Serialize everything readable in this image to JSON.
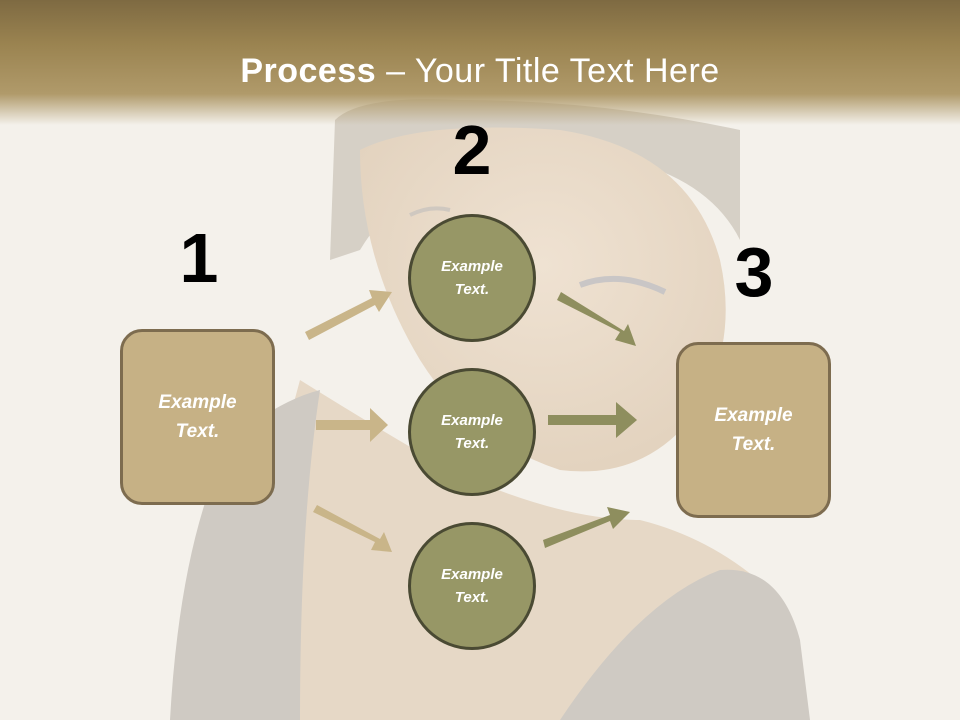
{
  "slide": {
    "title_bold": "Process",
    "title_rest": " – Your Title Text Here"
  },
  "steps": {
    "n1": "1",
    "n2": "2",
    "n3": "3"
  },
  "nodes": {
    "left_box": "Example Text.",
    "right_box": "Example Text.",
    "circle_top": "Example Text.",
    "circle_middle": "Example Text.",
    "circle_bottom": "Example Text."
  },
  "colors": {
    "title_band": "#9a8350",
    "box_fill": "#c6b185",
    "box_border": "#7d6c4f",
    "circle_fill": "#979766",
    "circle_border": "#4a4a33",
    "arrow_tan": "#c9b589",
    "arrow_olive": "#8e8e5e"
  }
}
